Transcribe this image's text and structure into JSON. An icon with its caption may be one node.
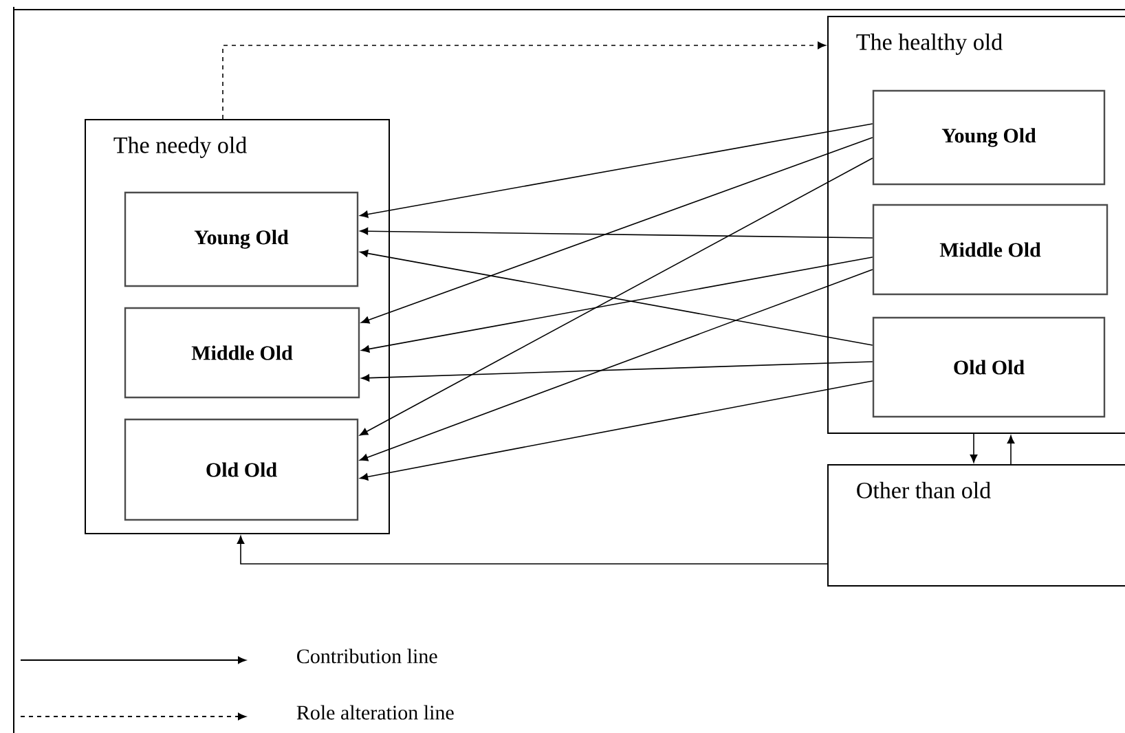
{
  "diagram": {
    "nodes": [
      {
        "text": [
          "The needy old"
        ]
      },
      {
        "text": [
          "Young Old"
        ],
        "in": 0
      },
      {
        "text": [
          "Middle Old"
        ],
        "in": 0
      },
      {
        "text": [
          "Old Old"
        ],
        "in": 0
      },
      {
        "text": [
          "The healthy old"
        ]
      },
      {
        "text": [
          "Young Old"
        ],
        "in": 4
      },
      {
        "text": [
          "Middle Old"
        ],
        "in": 4
      },
      {
        "text": [
          "Old Old"
        ],
        "in": 4
      },
      {
        "text": [
          "Other than old"
        ]
      }
    ],
    "edges": [
      {
        "from": 5,
        "to": 1,
        "arrow": "to"
      },
      {
        "from": 5,
        "to": 2,
        "arrow": "to"
      },
      {
        "from": 5,
        "to": 3,
        "arrow": "to"
      },
      {
        "from": 6,
        "to": 1,
        "arrow": "to"
      },
      {
        "from": 6,
        "to": 2,
        "arrow": "to"
      },
      {
        "from": 6,
        "to": 3,
        "arrow": "to"
      },
      {
        "from": 7,
        "to": 1,
        "arrow": "to"
      },
      {
        "from": 7,
        "to": 2,
        "arrow": "to"
      },
      {
        "from": 7,
        "to": 3,
        "arrow": "to"
      },
      {
        "from": 0,
        "to": 4,
        "arrow": "to",
        "style": "dashed"
      },
      {
        "from": 4,
        "to": 8,
        "arrow": "to"
      },
      {
        "from": 8,
        "to": 4,
        "arrow": "to"
      },
      {
        "from": 8,
        "to": 0,
        "arrow": "to"
      }
    ],
    "legend": [
      {
        "text": "Contribution line"
      },
      {
        "text": "Role alteration line"
      }
    ]
  }
}
